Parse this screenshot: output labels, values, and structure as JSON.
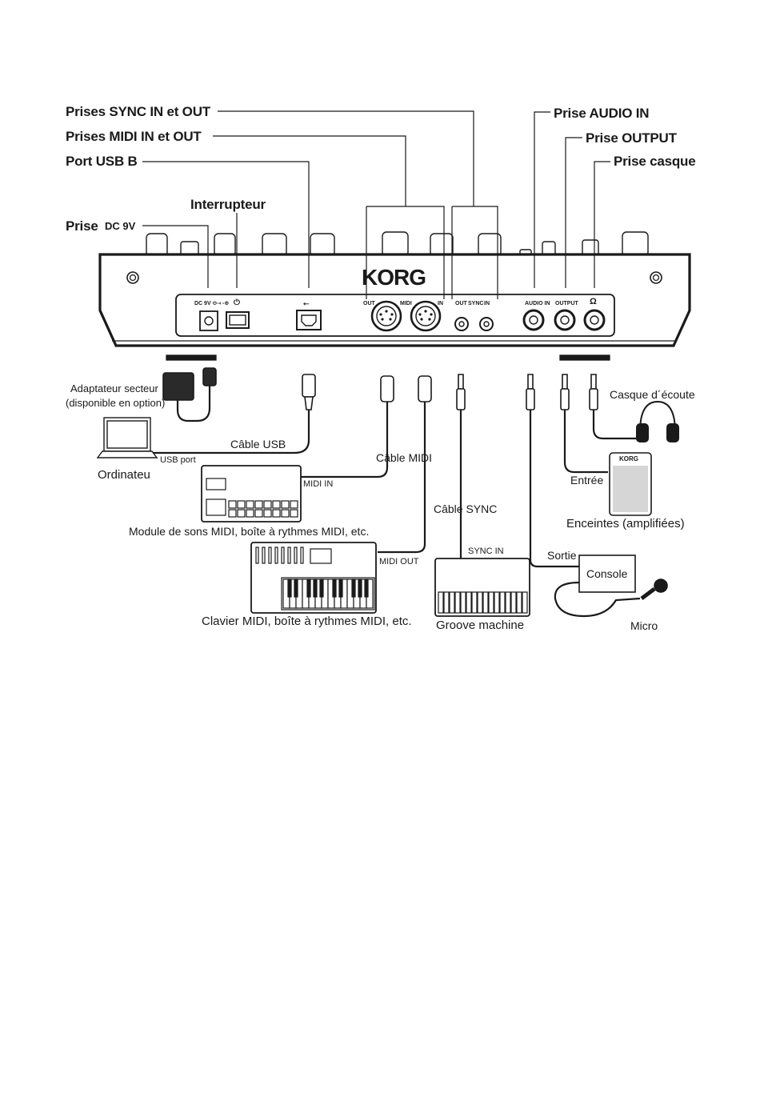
{
  "callouts": {
    "sync_jacks": "Prises SYNC IN et OUT",
    "midi_jacks": "Prises MIDI IN et OUT",
    "usb_port": "Port USB B",
    "switch": "Interrupteur",
    "dc_prefix": "Prise",
    "dc_suffix": "DC 9V",
    "audio_in": "Prise AUDIO IN",
    "output": "Prise OUTPUT",
    "headphones": "Prise casque"
  },
  "panel": {
    "brand": "KORG",
    "dc": "DC 9V ⊖-◐-⊕",
    "power": "⏻",
    "usb": "⭠",
    "midi_out": "OUT",
    "midi": "MIDI",
    "midi_in": "IN",
    "sync_out": "OUT",
    "sync": "SYNC",
    "sync_in": "IN",
    "audio_in": "AUDIO IN",
    "output": "OUTPUT",
    "headphone_symbol": "Ω"
  },
  "connections": {
    "adapter_line1": "Adaptateur secteur",
    "adapter_line2": "(disponible en option)",
    "usb_cable": "Câble USB",
    "usb_port": "USB port",
    "computer": "Ordinateu",
    "midi_cable": "Câble MIDI",
    "midi_in": "MIDI IN",
    "sound_module": "Module de sons MIDI, boîte à rythmes MIDI, etc.",
    "midi_out": "MIDI OUT",
    "keyboard": "Clavier MIDI, boîte à rythmes MIDI, etc.",
    "sync_cable": "Câble SYNC",
    "sync_in": "SYNC IN",
    "groove": "Groove machine",
    "headphones": "Casque d´écoute",
    "input": "Entrée",
    "speaker_brand": "KORG",
    "speakers": "Enceintes (amplifiées)",
    "output": "Sortie",
    "console": "Console",
    "mic": "Micro"
  }
}
